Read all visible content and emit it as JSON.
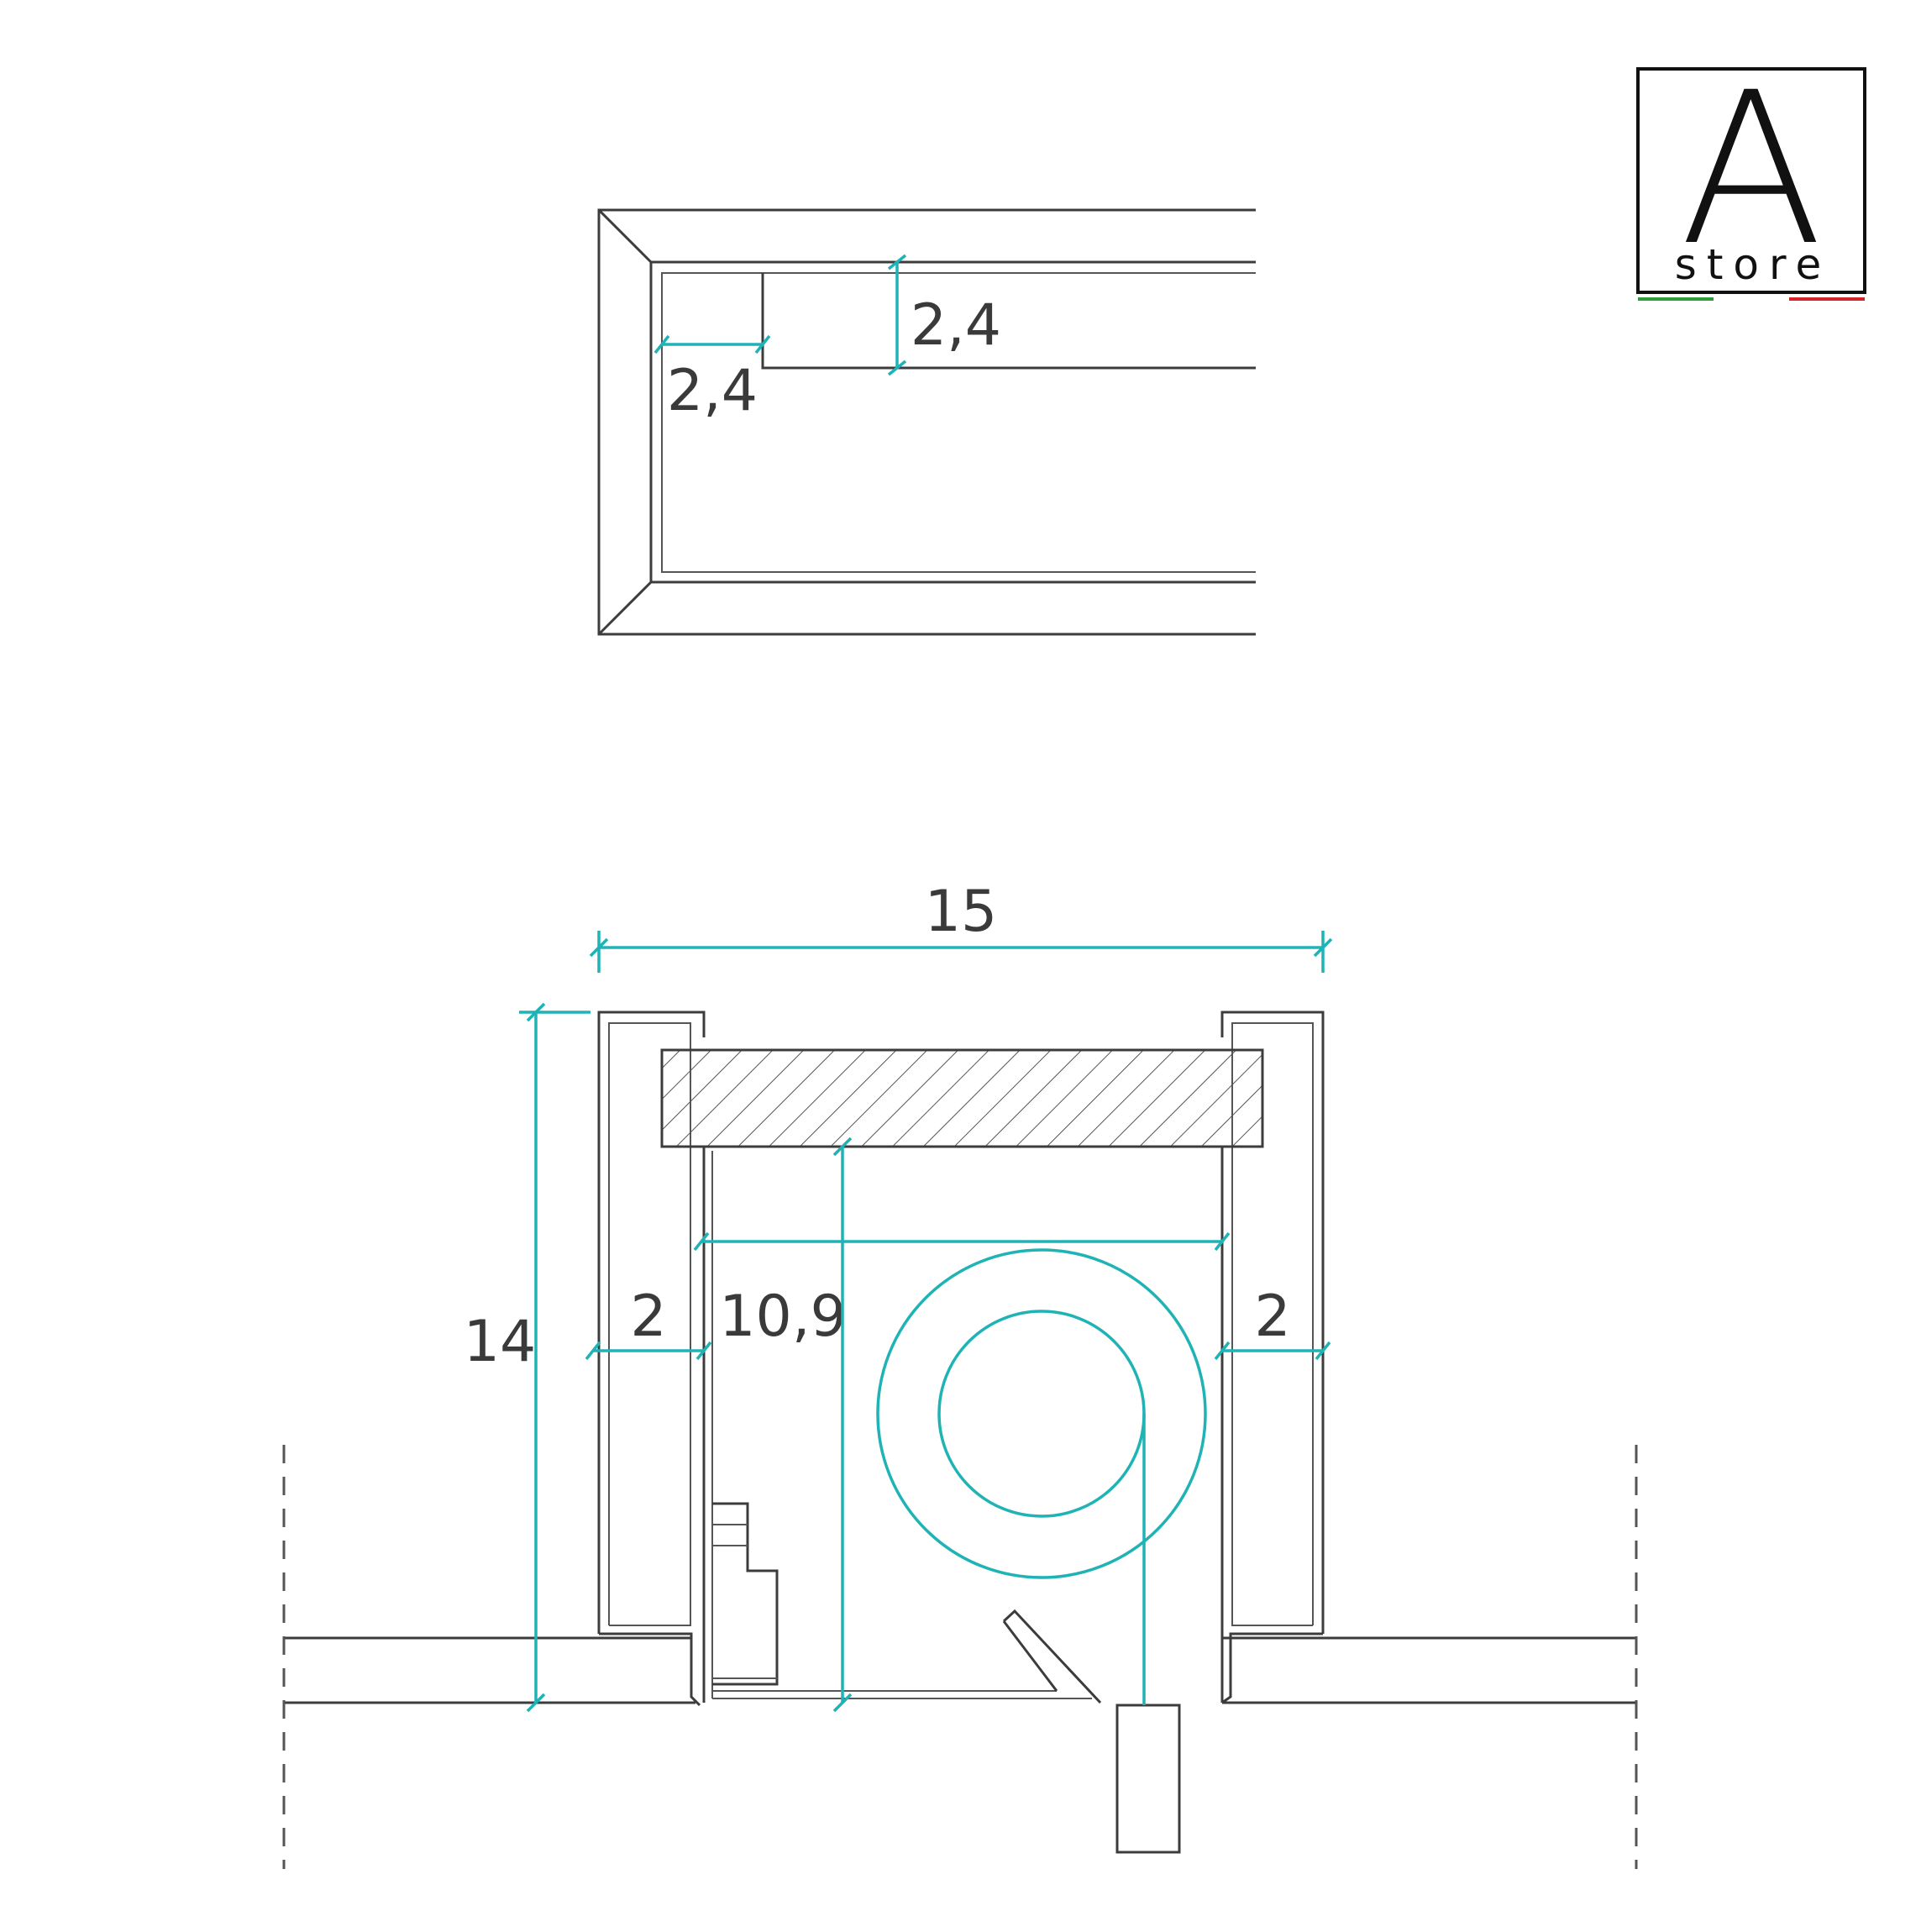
{
  "logo": {
    "letter": "A",
    "word": "store",
    "accent_green": "#2e9e3a",
    "accent_red": "#d4242a"
  },
  "top_view": {
    "dim_width": "2,4",
    "dim_depth": "2,4"
  },
  "section_view": {
    "dim_overall_width": "15",
    "dim_height": "14",
    "dim_side_left": "2",
    "dim_inner_width": "10,9",
    "dim_side_right": "2"
  },
  "colors": {
    "dimension": "#1fb3b5",
    "linework": "#3c3c3c"
  }
}
